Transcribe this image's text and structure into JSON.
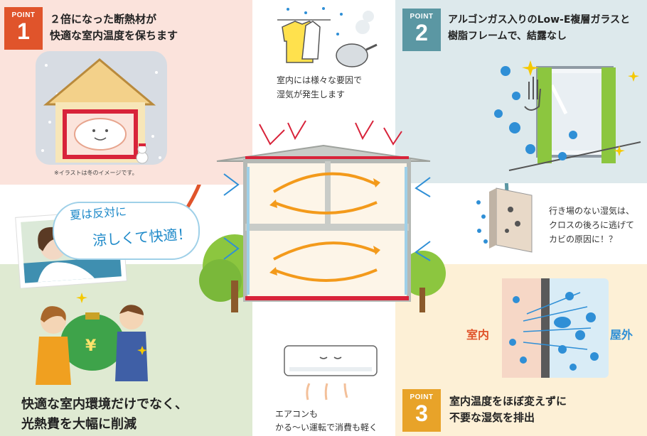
{
  "point1": {
    "label": "POINT",
    "number": "1",
    "title_line1": "２倍になった断熱材が",
    "title_line2": "快適な室内温度を保ちます",
    "caption": "※イラストは冬のイメージです。"
  },
  "point2": {
    "label": "POINT",
    "number": "2",
    "title_line1": "アルゴンガス入りのLow-E複層ガラスと",
    "title_line2": "樹脂フレームで、結露なし"
  },
  "point3": {
    "label": "POINT",
    "number": "3",
    "title_line1": "室内温度をほぼ変えずに",
    "title_line2": "不要な湿気を排出",
    "indoor_label": "室内",
    "outdoor_label": "屋外"
  },
  "bottom_left": {
    "title_line1": "快適な室内環境だけでなく、",
    "title_line2": "光熱費を大幅に削減",
    "summer_line1": "夏は反対に",
    "summer_line2": "涼しくて快適！"
  },
  "top_center": {
    "line1": "室内には様々な要因で",
    "line2": "湿気が発生します"
  },
  "mid_right": {
    "line1": "行き場のない湿気は、",
    "line2": "クロスの後ろに逃げて",
    "line3": "カビの原因に！？"
  },
  "bottom_center": {
    "line1": "エアコンも",
    "line2": "かる〜い運転で消費も軽く"
  },
  "colors": {
    "point1": "#e0542b",
    "point2": "#5b97a3",
    "point3": "#e8a329",
    "summer_green": "#4e9a3a",
    "insulation_red": "#d8233a",
    "airflow_orange": "#f39a1b",
    "humid_blue": "#2f8fd6"
  }
}
